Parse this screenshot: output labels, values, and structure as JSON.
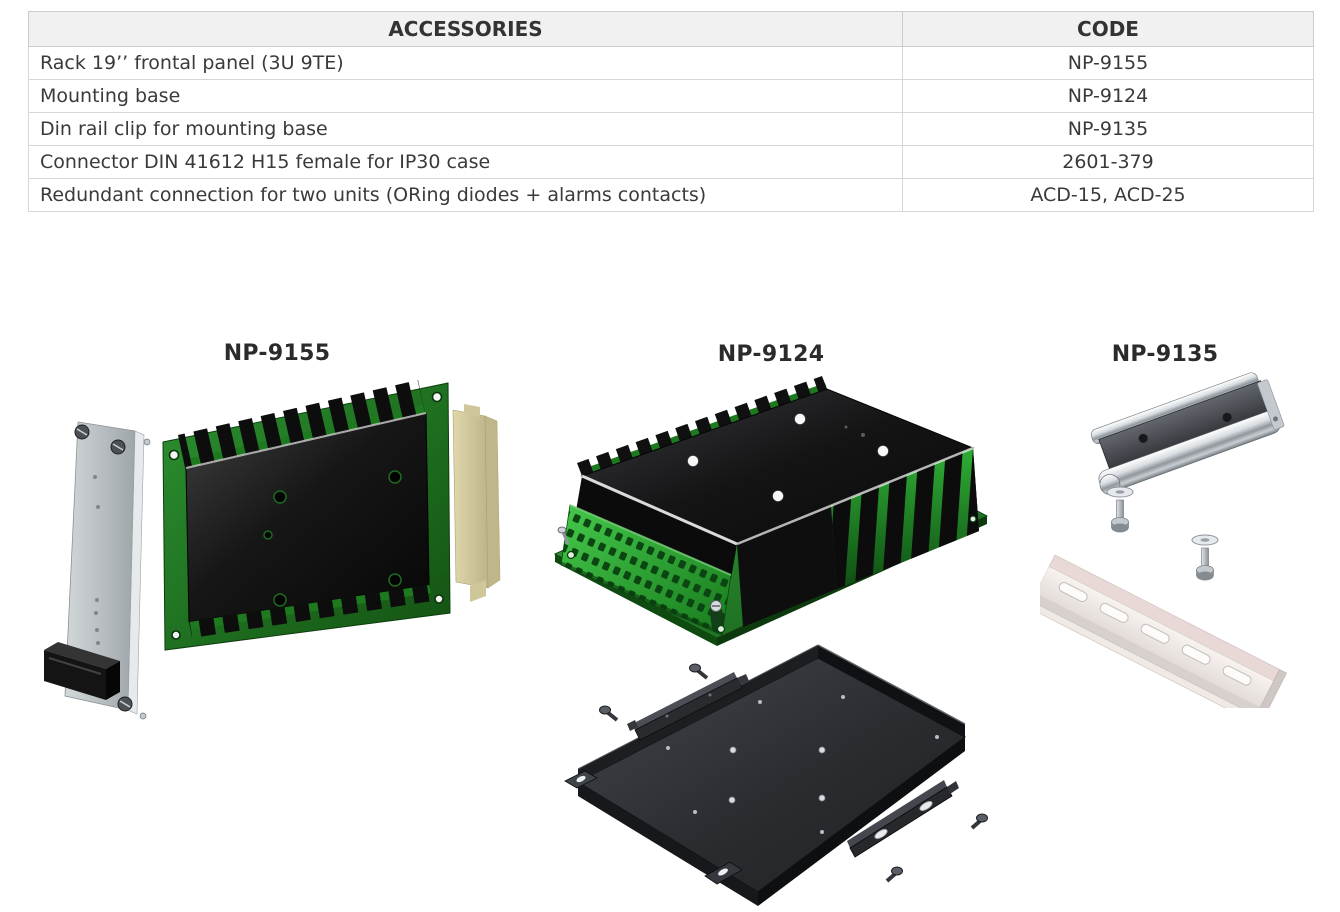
{
  "table": {
    "columns": [
      {
        "label": "ACCESSORIES"
      },
      {
        "label": "CODE"
      }
    ],
    "rows": [
      {
        "accessory": "Rack 19’’ frontal panel (3U 9TE)",
        "code": "NP-9155"
      },
      {
        "accessory": "Mounting base",
        "code": "NP-9124"
      },
      {
        "accessory": "Din rail clip for mounting base",
        "code": "NP-9135"
      },
      {
        "accessory": "Connector DIN 41612 H15 female for IP30 case",
        "code": "2601-379"
      },
      {
        "accessory": "Redundant connection for two units (ORing diodes + alarms contacts)",
        "code": "ACD-15, ACD-25"
      }
    ]
  },
  "figures": [
    {
      "label": "NP-9155"
    },
    {
      "label": "NP-9124"
    },
    {
      "label": "NP-9135"
    }
  ],
  "colors": {
    "table_header_bg": "#f1f1f1",
    "table_border": "#d6d6d6",
    "body_text": "#3a3a3a",
    "label_text": "#2b2b2b",
    "pcb_green": "#1d7a1f",
    "terminal_green": "#2fae35",
    "heatsink_black": "#111111",
    "connector_tan": "#d8d0a2",
    "front_panel_gray": "#b9c0c4",
    "mounting_tray_gray": "#2b2e33",
    "din_rail_silver": "#efe8e4",
    "chrome_clip": "#c7ccd1"
  }
}
